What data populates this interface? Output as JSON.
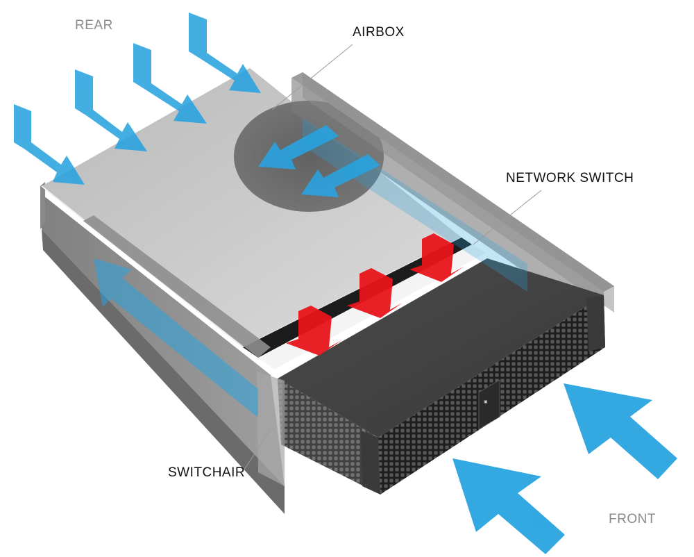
{
  "labels": {
    "rear": "REAR",
    "airbox": "AIRBOX",
    "network_switch": "NETWORK SWITCH",
    "switchair": "SWITCHAIR",
    "front": "FRONT"
  },
  "colors": {
    "cool_air": "#29a3df",
    "hot_air": "#e8141a",
    "chassis_dark": "#2b2b2b",
    "airbox_panel": "#c9c9c9",
    "label_dark": "#111111",
    "label_muted": "#8a8a8a"
  }
}
